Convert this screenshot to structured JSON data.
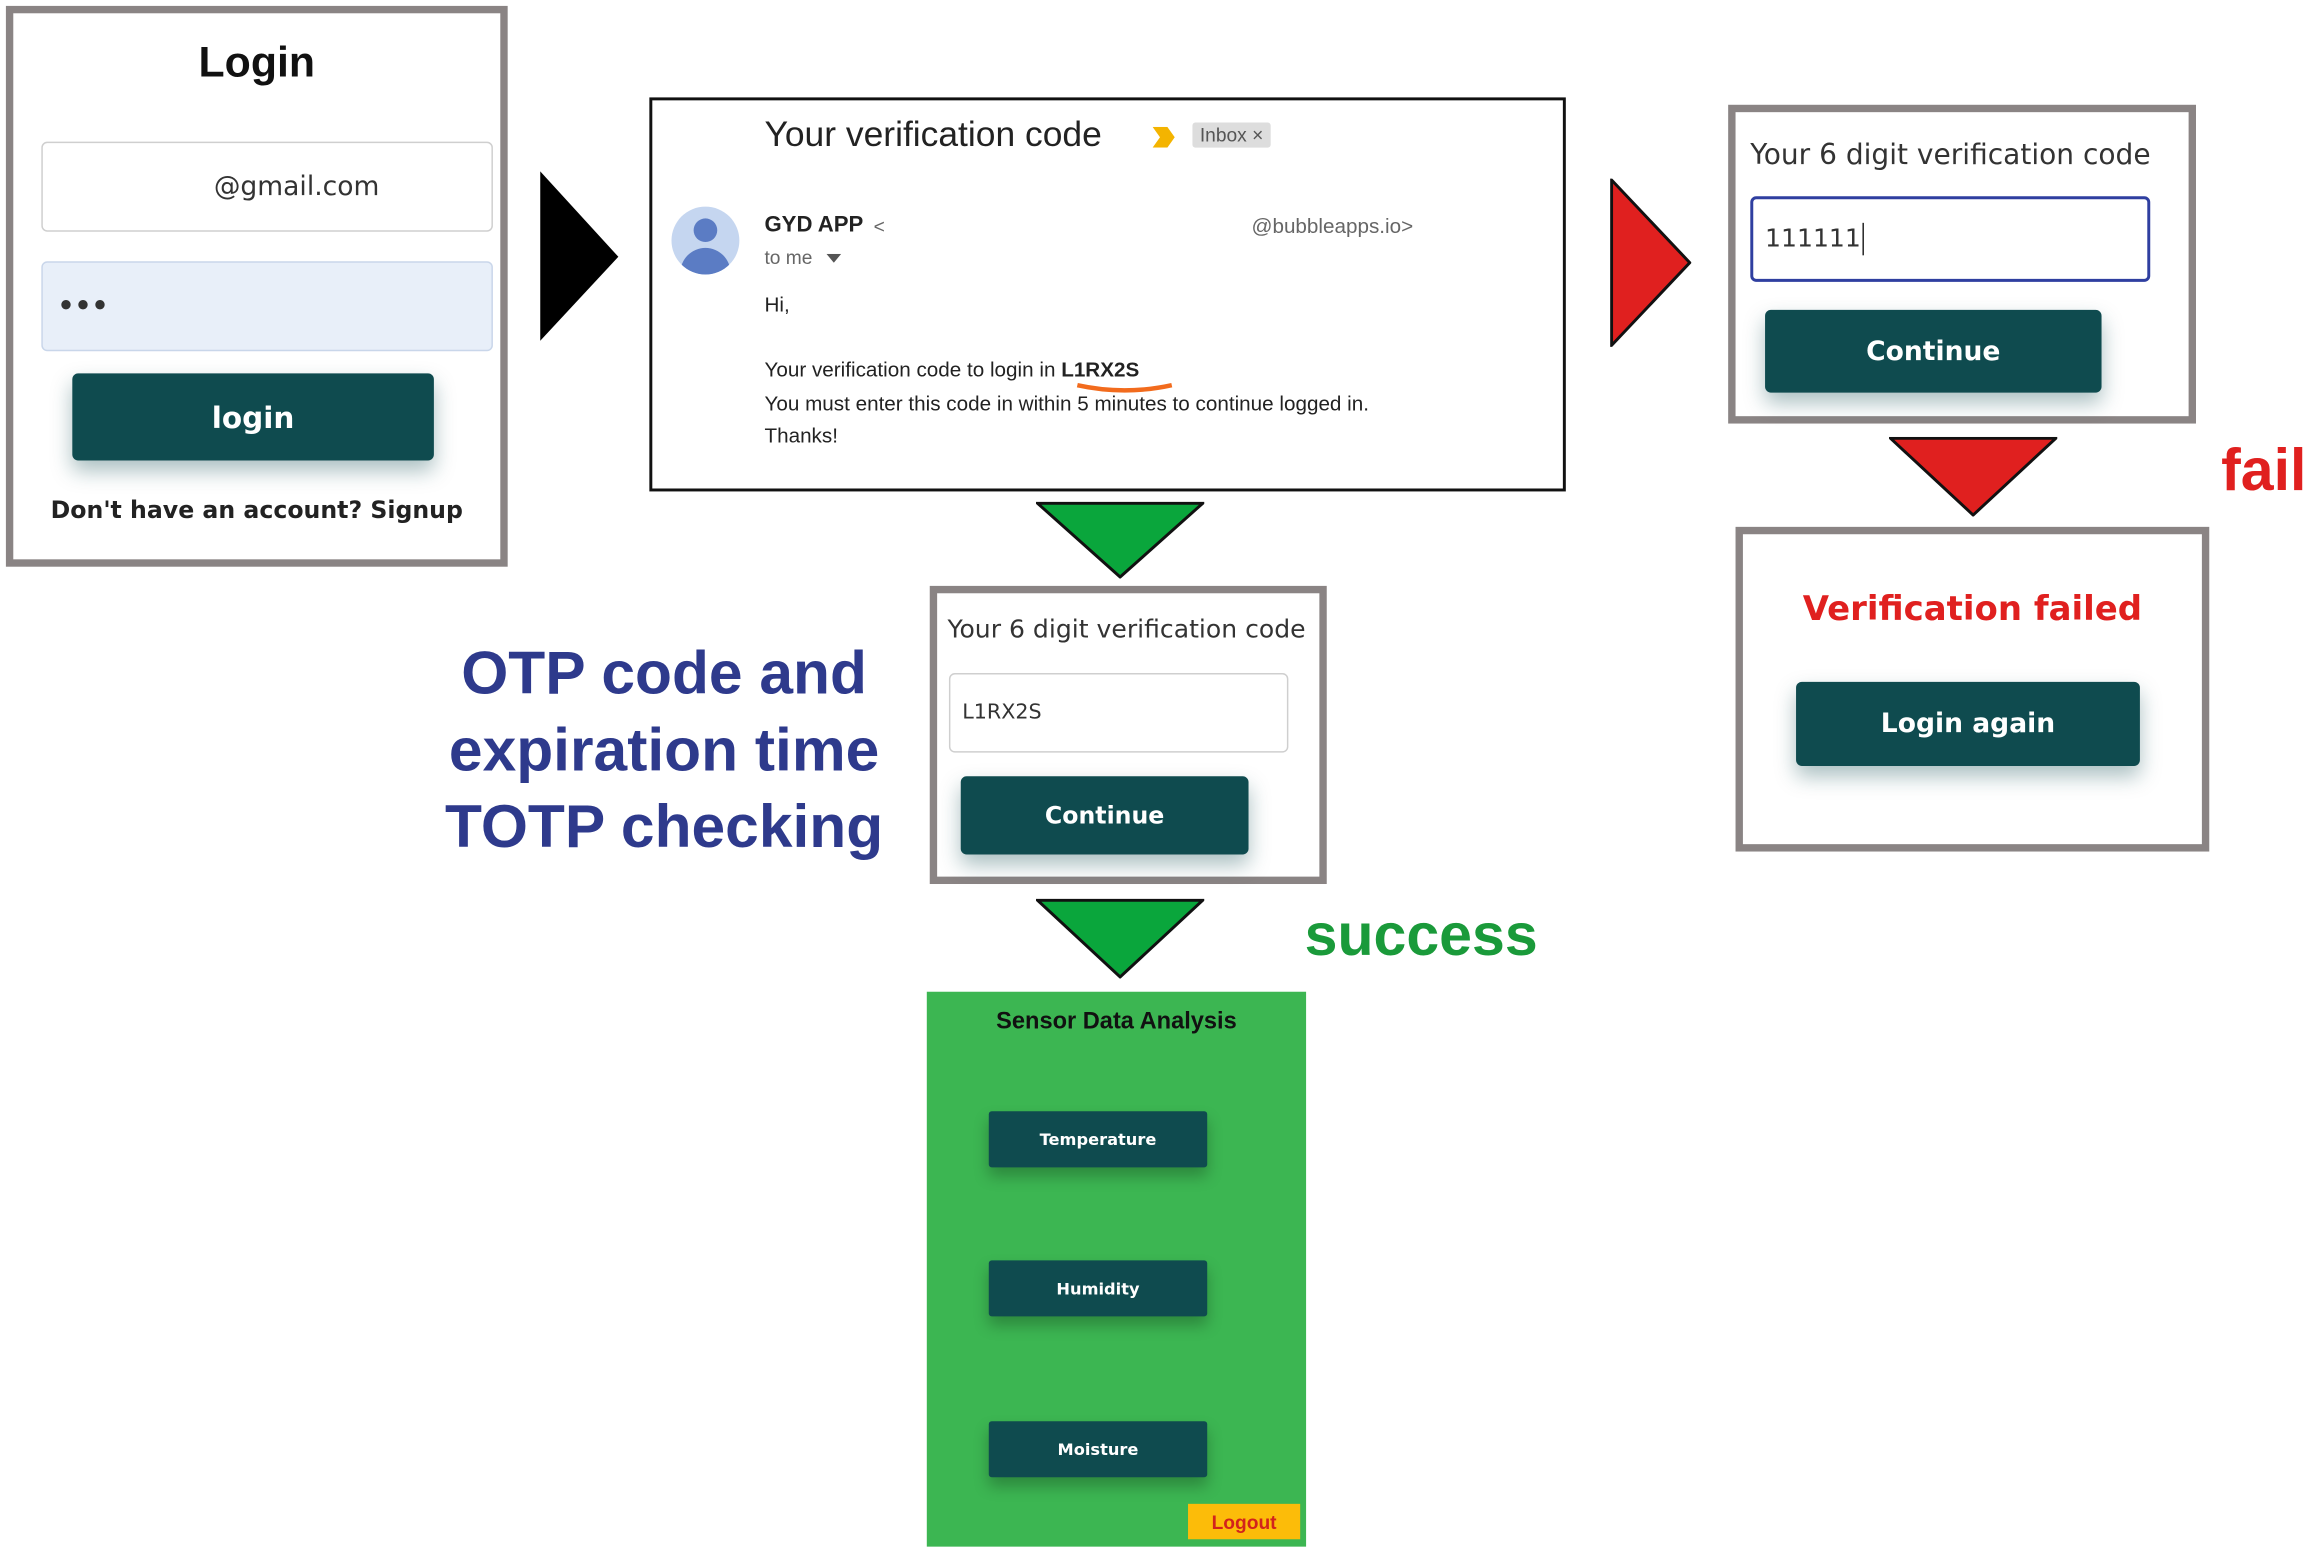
{
  "login_panel": {
    "title": "Login",
    "email_value": "@gmail.com",
    "password_value": "•••",
    "login_button": "login",
    "signup_text": "Don't have an account? Signup"
  },
  "email_panel": {
    "subject": "Your verification code",
    "inbox_badge": "Inbox ×",
    "sender_name": "GYD APP",
    "sender_lt": "<",
    "sender_domain": "@bubbleapps.io>",
    "to_me": "to me",
    "greeting": "Hi,",
    "code_line_prefix": "Your verification code to login in ",
    "code": "L1RX2S",
    "expiry_line": "You must enter this code in within 5 minutes to continue logged in.",
    "thanks": "Thanks!"
  },
  "fail_otp_panel": {
    "label": "Your 6 digit verification code",
    "input_value": "111111",
    "continue_button": "Continue"
  },
  "success_otp_panel": {
    "label": "Your 6 digit verification code",
    "input_value": "L1RX2S",
    "continue_button": "Continue"
  },
  "failed_panel": {
    "message": "Verification failed",
    "login_again_button": "Login again"
  },
  "captions": {
    "otp_line1": "OTP code and",
    "otp_line2": "expiration time",
    "otp_line3": "TOTP checking",
    "success": "success",
    "fail": "fail"
  },
  "sensor_panel": {
    "title": "Sensor Data Analysis",
    "buttons": [
      "Temperature",
      "Humidity",
      "Moisture"
    ],
    "logout": "Logout"
  },
  "colors": {
    "dark_teal": "#0f4b4f",
    "arrow_black": "#000000",
    "arrow_green": "#0aa63c",
    "arrow_red": "#e0201f",
    "caption_blue": "#2e3a8c",
    "success_green": "#1a9a3a",
    "fail_red": "#e0201f",
    "sensor_bg": "#3cb652",
    "logout_yellow": "#fcbc09"
  }
}
